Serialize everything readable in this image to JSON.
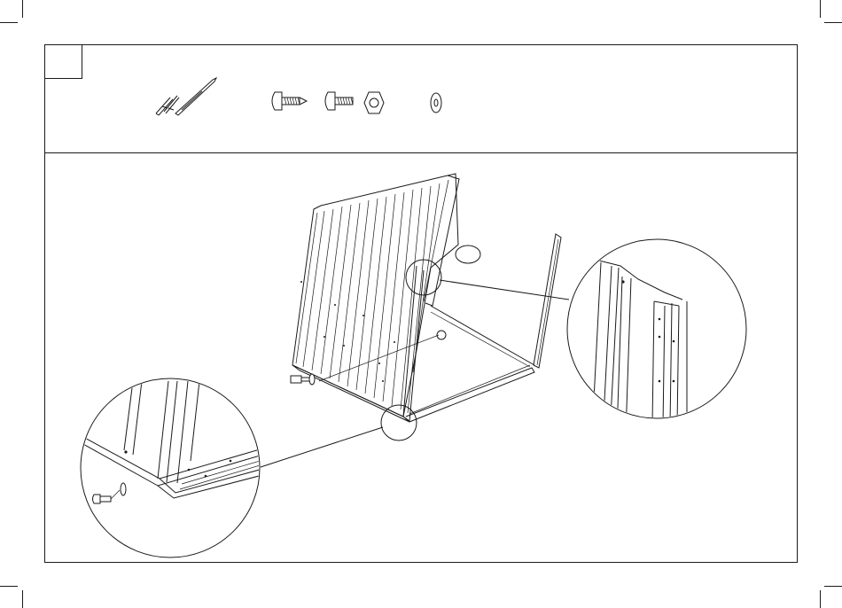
{
  "step": {
    "number": ""
  },
  "parts": [
    {
      "name": "screwdriver-and-wrench-tools"
    },
    {
      "name": "self-tapping-screw"
    },
    {
      "name": "bolt"
    },
    {
      "name": "hex-nut"
    },
    {
      "name": "washer"
    }
  ],
  "colors": {
    "line": "#1a1a1a",
    "background": "#ffffff"
  }
}
